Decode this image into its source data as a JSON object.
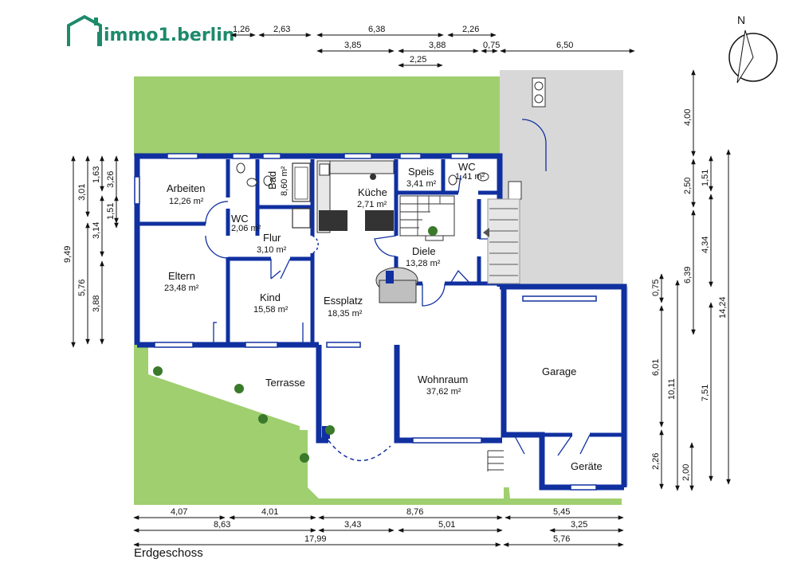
{
  "brand": {
    "name": "immo1.berlin",
    "color": "#1d8a6a"
  },
  "floor_label": "Erdgeschoss",
  "compass": {
    "label": "N"
  },
  "colors": {
    "wall": "#1030a0",
    "lawn": "#9fcf6f",
    "paving": "#d8d8d8",
    "floor": "#ffffff"
  },
  "rooms": [
    {
      "id": "arbeiten",
      "name": "Arbeiten",
      "area": "12,26 m²"
    },
    {
      "id": "bad",
      "name": "Bad",
      "area": "8,60 m²"
    },
    {
      "id": "wc1",
      "name": "WC",
      "area": "2,06 m²"
    },
    {
      "id": "kueche",
      "name": "Küche",
      "area": "2,71 m²"
    },
    {
      "id": "speis",
      "name": "Speis",
      "area": "3,41 m²"
    },
    {
      "id": "wc2",
      "name": "WC",
      "area": "1,41 m²"
    },
    {
      "id": "flur",
      "name": "Flur",
      "area": "3,10 m²"
    },
    {
      "id": "eltern",
      "name": "Eltern",
      "area": "23,48 m²"
    },
    {
      "id": "kind",
      "name": "Kind",
      "area": "15,58 m²"
    },
    {
      "id": "essplatz",
      "name": "Essplatz",
      "area": "18,35 m²"
    },
    {
      "id": "diele",
      "name": "Diele",
      "area": "13,28 m²"
    },
    {
      "id": "terrasse",
      "name": "Terrasse",
      "area": ""
    },
    {
      "id": "wohnraum",
      "name": "Wohnraum",
      "area": "37,62 m²"
    },
    {
      "id": "garage",
      "name": "Garage",
      "area": ""
    },
    {
      "id": "geraete",
      "name": "Geräte",
      "area": ""
    }
  ],
  "dimensions": {
    "top_row1": [
      "1,26",
      "2,63",
      "6,38",
      "2,26"
    ],
    "top_row2": [
      "3,85",
      "3,88",
      "0,75",
      "6,50"
    ],
    "top_row3": [
      "2,25"
    ],
    "left_outer": [
      "9,49"
    ],
    "left_mid": [
      "3,01",
      "5,76"
    ],
    "left_inner": [
      "1,63",
      "3,14",
      "3,88"
    ],
    "left_small": [
      "3,26",
      "1,51"
    ],
    "right_a": [
      "4,00",
      "2,50",
      "6,39"
    ],
    "right_b": [
      "1,51",
      "4,34",
      "7,51"
    ],
    "right_c": [
      "0,75",
      "6,01",
      "2,26"
    ],
    "right_d": [
      "10,11",
      "2,00"
    ],
    "right_total": [
      "14,24"
    ],
    "bottom_row1": [
      "4,07",
      "4,01",
      "8,76",
      "5,45"
    ],
    "bottom_row2": [
      "8,63",
      "3,43",
      "5,01",
      "3,25"
    ],
    "bottom_row3": [
      "17,99",
      "5,76"
    ]
  }
}
